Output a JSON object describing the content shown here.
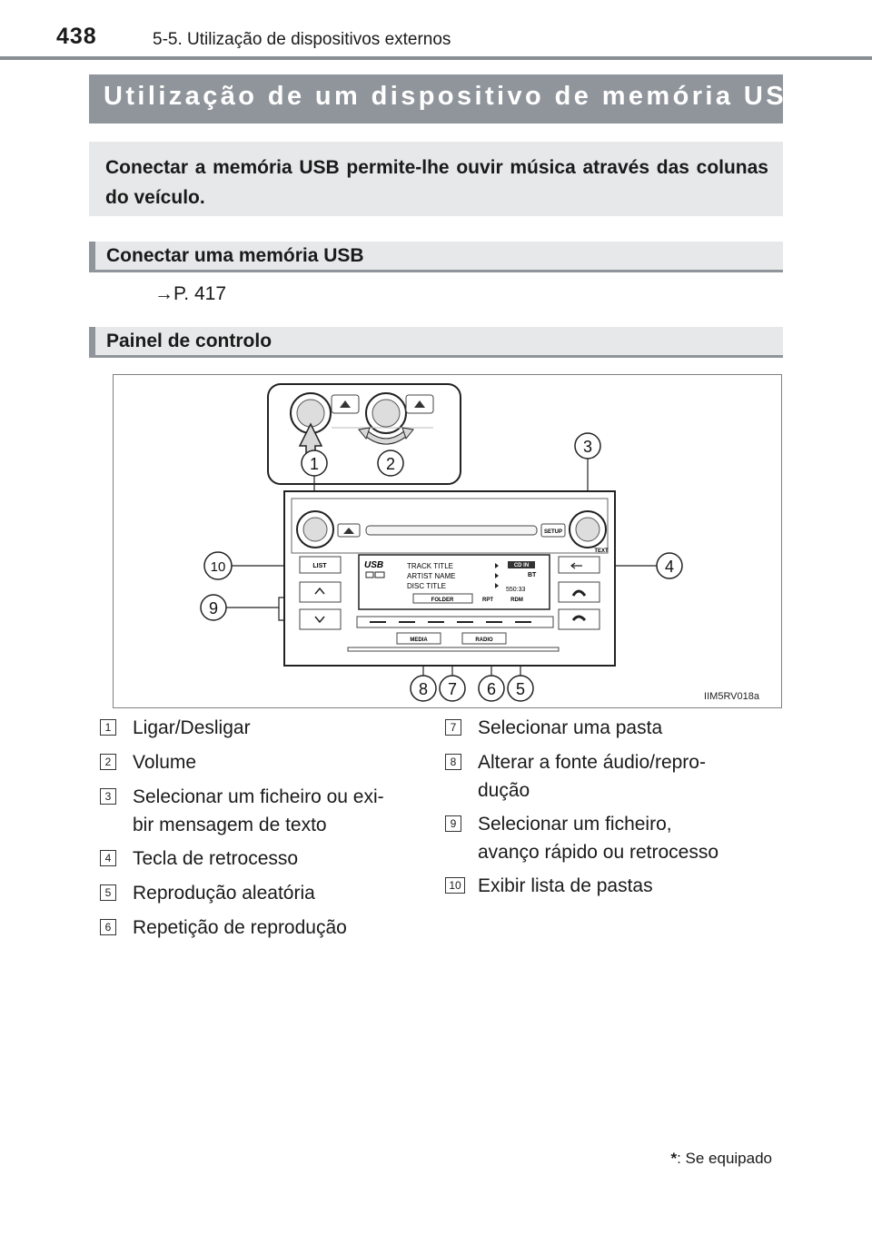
{
  "header": {
    "page_number": "438",
    "section": "5-5. Utilização de dispositivos externos"
  },
  "title": {
    "text": "Utilização de um dispositivo de memória USB",
    "marker": "*"
  },
  "intro": "Conectar a memória USB permite-lhe ouvir música através das colunas do veículo.",
  "connect": {
    "heading": "Conectar uma memória USB",
    "ref": "→P. 417"
  },
  "panel": {
    "heading": "Painel de controlo",
    "figure_code": "IIM5RV018a",
    "callouts": [
      "1",
      "2",
      "3",
      "4",
      "5",
      "6",
      "7",
      "8",
      "9",
      "10"
    ],
    "display": {
      "mode": "USB",
      "track": "TRACK TITLE",
      "artist": "ARTIST NAME",
      "disc": "DISC TITLE",
      "folder": "FOLDER",
      "rpt": "RPT",
      "rdm": "RDM",
      "time": "550:33",
      "cd_in": "CD IN",
      "bt": "BT"
    },
    "buttons": {
      "setup": "SETUP",
      "text": "TEXT",
      "list": "LIST",
      "media": "MEDIA",
      "radio": "RADIO"
    }
  },
  "legend": [
    {
      "num": "1",
      "lines": [
        "Ligar/Desligar"
      ]
    },
    {
      "num": "2",
      "lines": [
        "Volume"
      ]
    },
    {
      "num": "3",
      "lines": [
        "Selecionar um ficheiro ou exi-",
        "bir mensagem de texto"
      ]
    },
    {
      "num": "4",
      "lines": [
        "Tecla de retrocesso"
      ]
    },
    {
      "num": "5",
      "lines": [
        "Reprodução aleatória"
      ]
    },
    {
      "num": "6",
      "lines": [
        "Repetição de reprodução"
      ]
    },
    {
      "num": "7",
      "lines": [
        "Selecionar uma pasta"
      ]
    },
    {
      "num": "8",
      "lines": [
        "Alterar a fonte áudio/repro-",
        "dução"
      ]
    },
    {
      "num": "9",
      "lines": [
        "Selecionar um ficheiro,",
        "avanço rápido ou retrocesso"
      ]
    },
    {
      "num": "10",
      "lines": [
        "Exibir lista de pastas"
      ]
    }
  ],
  "footnote": {
    "marker": "*",
    "text": ": Se equipado"
  }
}
